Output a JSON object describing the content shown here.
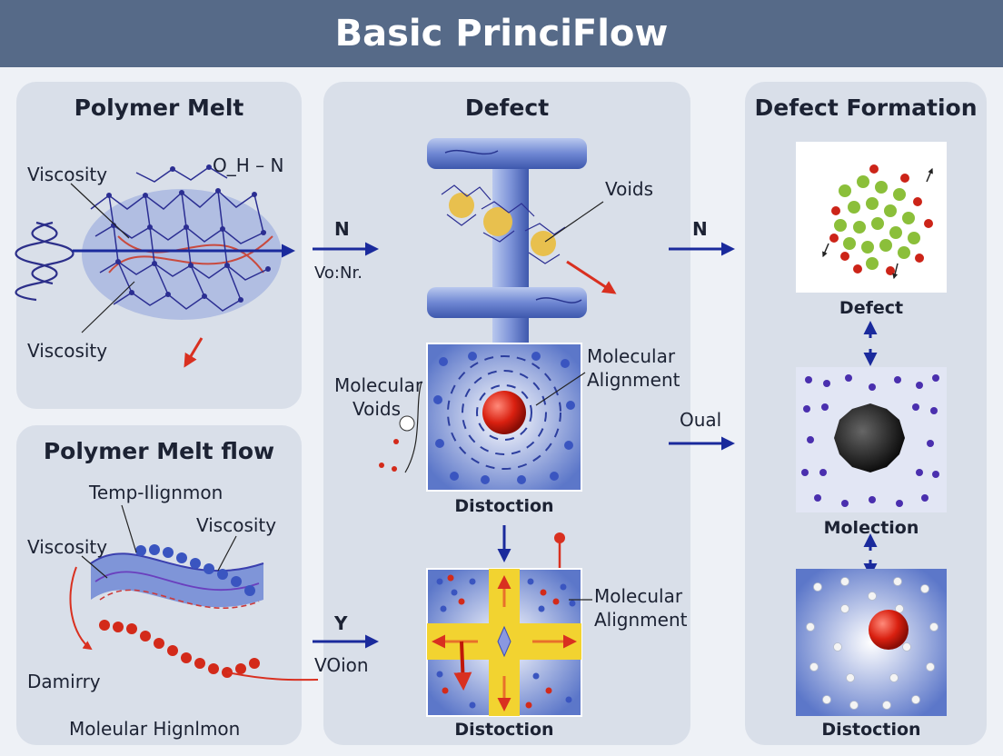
{
  "title": "Basic PrinciFlow",
  "panels": {
    "melt": {
      "title": "Polymer Melt",
      "labels": {
        "viscosity_top": "Viscosity",
        "formula": "O_H – N",
        "viscosity_bottom": "Viscosity"
      }
    },
    "melt_flow": {
      "title": "Polymer Melt flow",
      "labels": {
        "temp": "Temp-Ilignmon",
        "viscosity_right": "Viscosity",
        "viscosity_left": "Viscosity",
        "damirry": "Damirry",
        "bottom": "Moleular Hignlmon"
      }
    },
    "defect": {
      "title": "Defect",
      "labels": {
        "voids": "Voids",
        "molecular_voids_1": "Molecular",
        "molecular_voids_2": "Voids",
        "alignment_1": "Molecular",
        "alignment_1b": "Alignment",
        "distoction_1": "Distoction",
        "alignment_2": "Molecular",
        "alignment_2b": "Alignment",
        "distoction_2": "Distoction"
      }
    },
    "defect_formation": {
      "title": "Defect Formation",
      "captions": {
        "defect": "Defect",
        "molection": "Molection",
        "distoction": "Distoction"
      }
    }
  },
  "arrows": {
    "top_n": "N",
    "top_sub": "Vo:Nr.",
    "mid_y": "Y",
    "mid_sub": "VOion",
    "right_n": "N",
    "right_oual": "Oual"
  },
  "colors": {
    "banner": "#566a88",
    "panel": "#d9dfe9",
    "arrow": "#1a2a9c",
    "accent_red": "#d93020",
    "accent_yellow": "#f2d330"
  }
}
